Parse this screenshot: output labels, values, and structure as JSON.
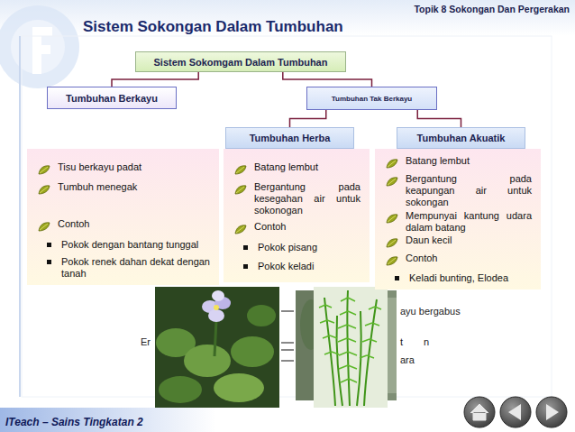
{
  "diagram": {
    "title": "Sistem Sokongan Dalam Tumbuhan",
    "nodes": [
      {
        "text": [
          "Sistem Sokomgam Dalam Tumbuhan"
        ]
      },
      {
        "text": [
          "Tumbuhan Berkayu"
        ]
      },
      {
        "text": [
          "Tumbuhan Tak Berkayu"
        ]
      },
      {
        "text": [
          "Tumbuhan Herba"
        ]
      },
      {
        "text": [
          "Tumbuhan Akuatik"
        ]
      },
      {
        "text": [
          "Tisu berkayu padat",
          "Tumbuh menegak",
          "Contoh",
          "Pokok dengan bantang tunggal",
          "Pokok renek dahan dekat dengan tanah"
        ]
      },
      {
        "text": [
          "Batang lembut",
          "Bergantung pada kesegahan air untuk sokonogan",
          "Contoh",
          "Pokok pisang",
          "Pokok keladi"
        ]
      },
      {
        "text": [
          "Batang lembut",
          "Bergantung pada keapungan air untuk sokongan",
          "Mempunyai kantung udara dalam batang",
          "Daun kecil",
          "Contoh",
          "Keladi bunting, Elodea"
        ]
      }
    ],
    "edges": [
      {
        "from": 0,
        "to": 1,
        "arrow": "none"
      },
      {
        "from": 0,
        "to": 2,
        "arrow": "none"
      },
      {
        "from": 2,
        "to": 3,
        "arrow": "none"
      },
      {
        "from": 2,
        "to": 4,
        "arrow": "none"
      }
    ],
    "labels": [
      "Topik 8 Sokongan Dan Pergerakan",
      "Er",
      "ayu bergabus",
      "t",
      "n",
      "ara",
      "ITeach – Sains Tingkatan 2"
    ]
  }
}
